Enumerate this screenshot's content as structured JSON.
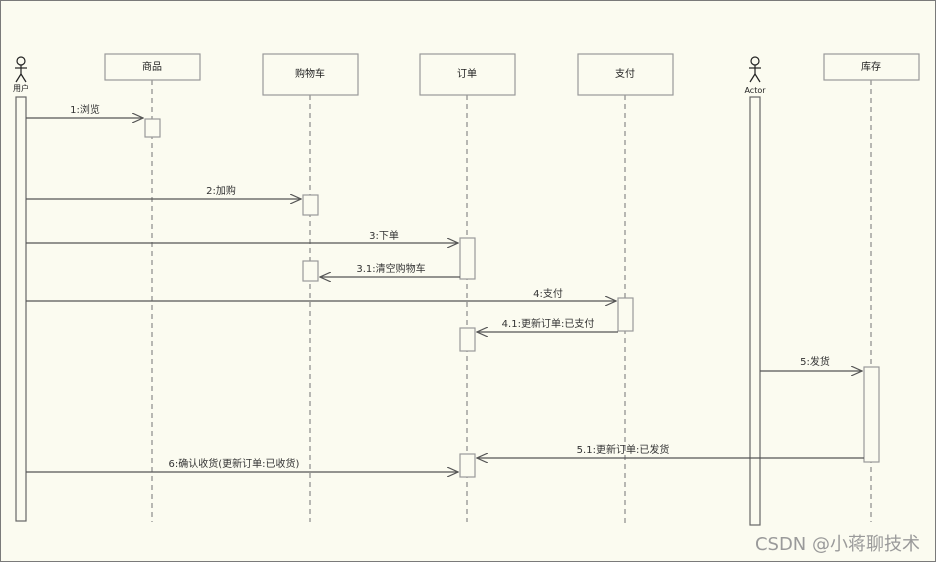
{
  "actors": [
    {
      "id": "user",
      "label": "用户"
    },
    {
      "id": "actor",
      "label": "Actor"
    }
  ],
  "objects": [
    {
      "id": "goods",
      "label": "商品"
    },
    {
      "id": "cart",
      "label": "购物车"
    },
    {
      "id": "order",
      "label": "订单"
    },
    {
      "id": "pay",
      "label": "支付"
    },
    {
      "id": "stock",
      "label": "库存"
    }
  ],
  "messages": [
    {
      "label": "1:浏览",
      "from": "user",
      "to": "goods"
    },
    {
      "label": "2:加购",
      "from": "user",
      "to": "cart"
    },
    {
      "label": "3:下单",
      "from": "user",
      "to": "order"
    },
    {
      "label": "3.1:清空购物车",
      "from": "order",
      "to": "cart"
    },
    {
      "label": "4:支付",
      "from": "user",
      "to": "pay"
    },
    {
      "label": "4.1:更新订单:已支付",
      "from": "pay",
      "to": "order"
    },
    {
      "label": "5:发货",
      "from": "actor",
      "to": "stock"
    },
    {
      "label": "5.1:更新订单:已发货",
      "from": "stock",
      "to": "order"
    },
    {
      "label": "6:确认收货(更新订单:已收货)",
      "from": "user",
      "to": "order"
    }
  ],
  "watermark": "CSDN @小蒋聊技术",
  "colors": {
    "background": "#fbfbf0",
    "line": "#555555",
    "box_border": "#9a9a9a"
  }
}
